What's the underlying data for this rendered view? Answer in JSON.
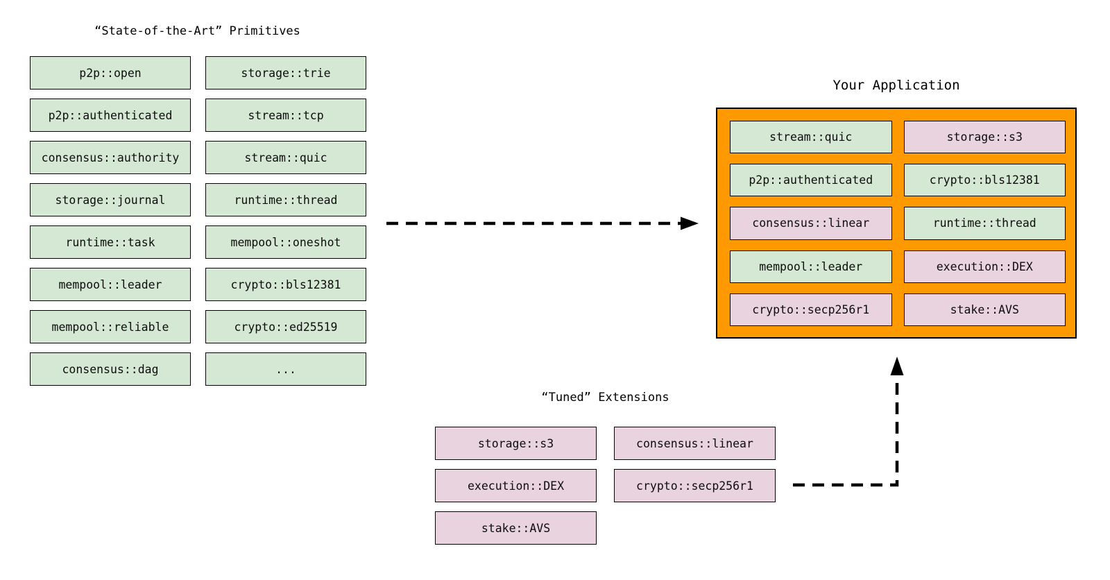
{
  "colors": {
    "green_fill": "#d5e8d4",
    "pink_fill": "#e9d3df",
    "orange_fill": "#ff9900",
    "border": "#000000",
    "background": "#ffffff"
  },
  "primitives": {
    "title": "“State-of-the-Art” Primitives",
    "col1": [
      "p2p::open",
      "p2p::authenticated",
      "consensus::authority",
      "storage::journal",
      "runtime::task",
      "mempool::leader",
      "mempool::reliable",
      "consensus::dag"
    ],
    "col2": [
      "storage::trie",
      "stream::tcp",
      "stream::quic",
      "runtime::thread",
      "mempool::oneshot",
      "crypto::bls12381",
      "crypto::ed25519",
      "..."
    ]
  },
  "application": {
    "title": "Your Application",
    "boxes": [
      {
        "label": "stream::quic",
        "variant": "green"
      },
      {
        "label": "storage::s3",
        "variant": "pink"
      },
      {
        "label": "p2p::authenticated",
        "variant": "green"
      },
      {
        "label": "crypto::bls12381",
        "variant": "green"
      },
      {
        "label": "consensus::linear",
        "variant": "pink"
      },
      {
        "label": "runtime::thread",
        "variant": "green"
      },
      {
        "label": "mempool::leader",
        "variant": "green"
      },
      {
        "label": "execution::DEX",
        "variant": "pink"
      },
      {
        "label": "crypto::secp256r1",
        "variant": "pink"
      },
      {
        "label": "stake::AVS",
        "variant": "pink"
      }
    ]
  },
  "extensions": {
    "title": "“Tuned” Extensions",
    "col1": [
      "storage::s3",
      "execution::DEX",
      "stake::AVS"
    ],
    "col2": [
      "consensus::linear",
      "crypto::secp256r1"
    ]
  }
}
